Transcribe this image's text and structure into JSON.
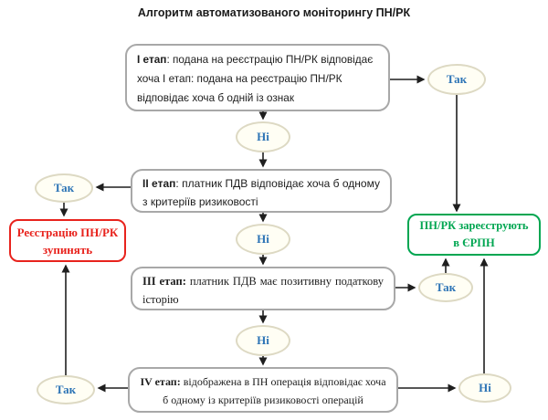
{
  "title": "Алгоритм автоматизованого моніторингу ПН/РК",
  "labels": {
    "yes": "Так",
    "no": "Ні"
  },
  "stages": {
    "s1": {
      "lead": "І етап",
      "text": ": подана на реєстрацію ПН/РК відповідає хоча І етап: подана на реєстрацію ПН/РК відповідає хоча б одній із ознак"
    },
    "s2": {
      "lead": "ІІ етап",
      "text": ": платник ПДВ відповідає хоча б одному з критеріїв ризиковості"
    },
    "s3": {
      "lead": "ІІІ етап:",
      "text": " платник ПДВ має позитивну податкову історію"
    },
    "s4": {
      "lead": "IV етап:",
      "text": " відображена в ПН операція відповідає хоча б одному із критеріїв ризиковості операцій"
    }
  },
  "outcomes": {
    "stop": "Реєстрацію ПН/РК\nзупинять",
    "register": "ПН/РК зареєструють\nв ЄРПН"
  },
  "colors": {
    "stage_border": "#a8a8a8",
    "oval_border": "#ddd9c3",
    "oval_fill": "#fffef4",
    "label_blue": "#2e75b6",
    "stop_red": "#e8231d",
    "register_green": "#00a651",
    "line": "#1f1f1f"
  }
}
